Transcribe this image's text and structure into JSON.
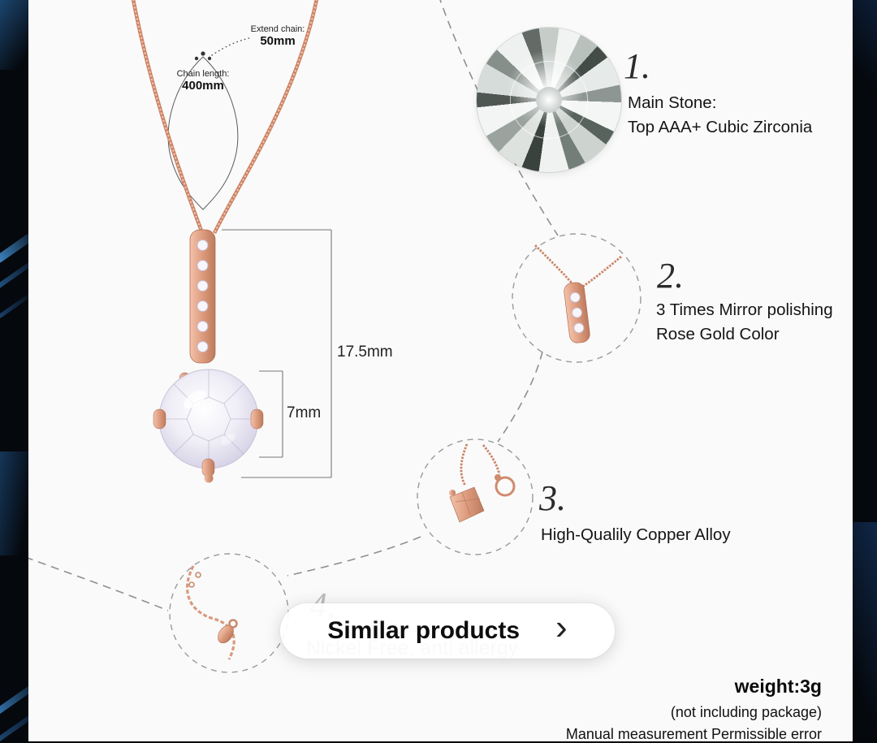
{
  "diagram": {
    "extend_chain": {
      "label": "Extend chain:",
      "value": "50mm"
    },
    "chain_length": {
      "label": "Chain length:",
      "value": "400mm"
    },
    "pendant_height": "17.5mm",
    "stone_diameter": "7mm"
  },
  "features": [
    {
      "number": "1.",
      "line1": "Main Stone:",
      "line2": "Top AAA+ Cubic Zirconia"
    },
    {
      "number": "2.",
      "line1": "3 Times Mirror polishing",
      "line2": "Rose Gold Color"
    },
    {
      "number": "3.",
      "line1": "High-Qualily Copper Alloy",
      "line2": ""
    },
    {
      "number": "4.",
      "line1": "Nickel Free, anti allergy",
      "line2": ""
    }
  ],
  "overlay": {
    "similar_products_label": "Similar products",
    "chevron_icon": "›"
  },
  "footer": {
    "weight": "weight:3g",
    "package_note": "(not including package)",
    "measurement_note": "Manual measurement Permissible error"
  },
  "colors": {
    "rose_gold": "#cb8366",
    "background": "#05080d",
    "panel": "#fafafa",
    "accent_blue": "#2e78be"
  }
}
